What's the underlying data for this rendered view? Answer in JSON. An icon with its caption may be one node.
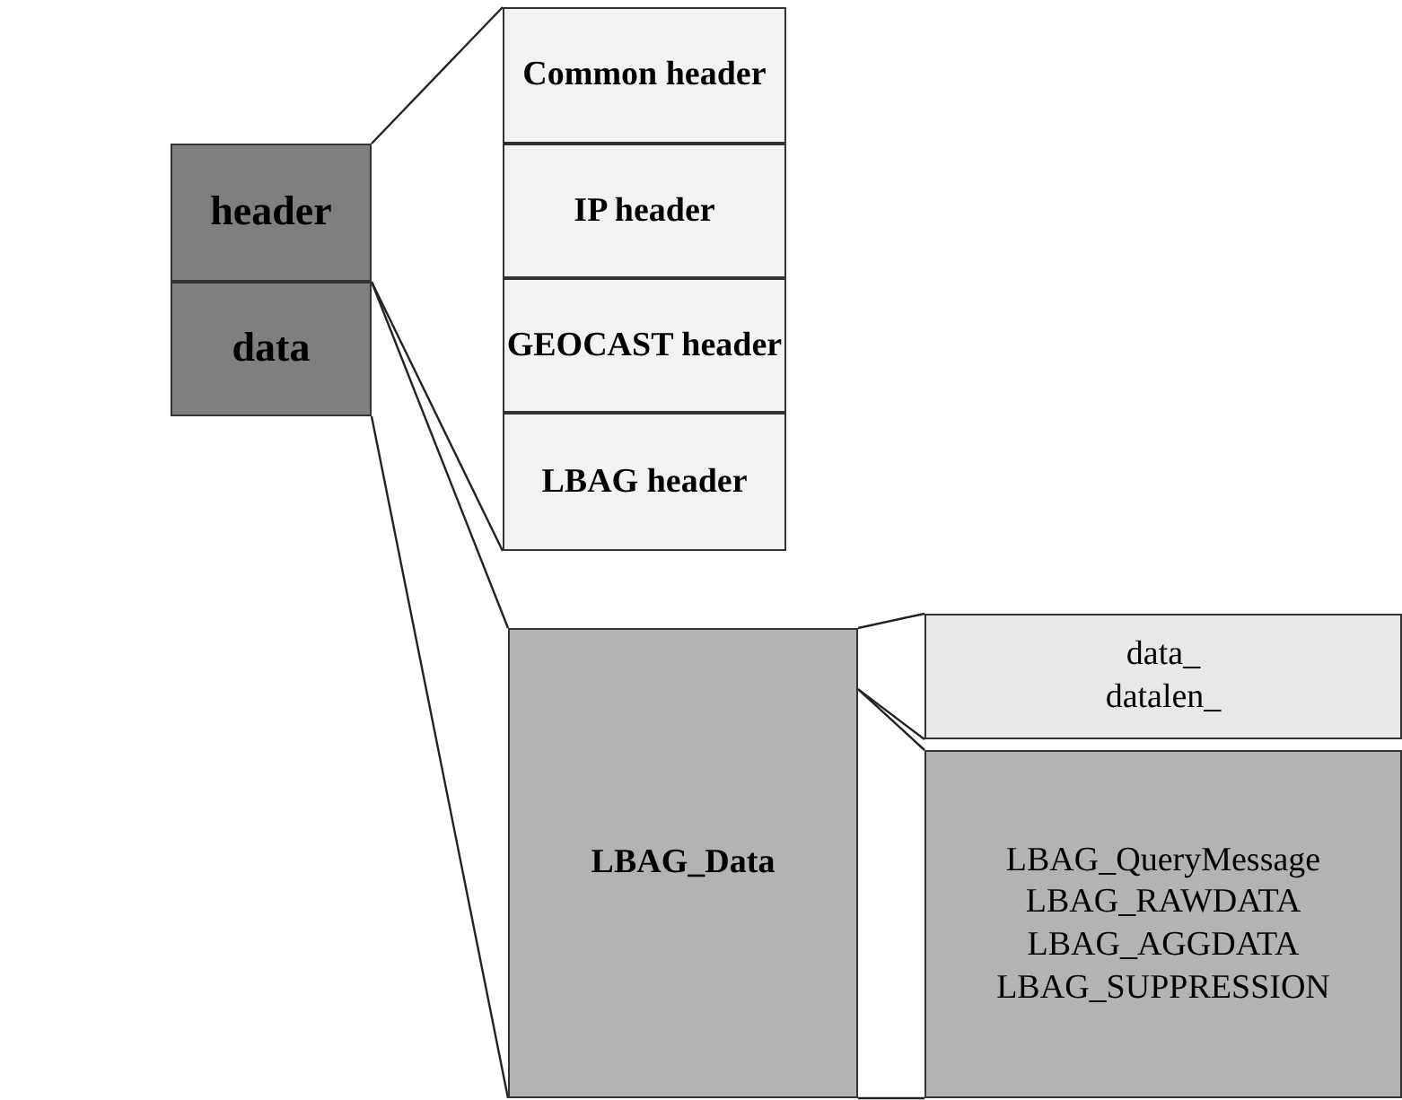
{
  "diagram": {
    "nodes": [
      {
        "text": [
          "header"
        ]
      },
      {
        "text": [
          "data"
        ]
      },
      {
        "text": [
          "Common header"
        ]
      },
      {
        "text": [
          "IP header"
        ]
      },
      {
        "text": [
          "GEOCAST header"
        ]
      },
      {
        "text": [
          "LBAG header"
        ]
      },
      {
        "text": [
          "LBAG_Data"
        ]
      },
      {
        "text": [
          "data_",
          "datalen_"
        ]
      },
      {
        "text": [
          "LBAG_QueryMessage",
          "LBAG_RAWDATA",
          "LBAG_AGGDATA",
          "LBAG_SUPPRESSION"
        ]
      }
    ],
    "edges": [
      {
        "from": 0,
        "to": 2,
        "arrow": "none"
      },
      {
        "from": 0,
        "to": 5,
        "arrow": "none"
      },
      {
        "from": 1,
        "to": 6,
        "arrow": "none"
      },
      {
        "from": 1,
        "to": 6,
        "arrow": "none"
      },
      {
        "from": 6,
        "to": 7,
        "arrow": "none"
      },
      {
        "from": 6,
        "to": 7,
        "arrow": "none"
      },
      {
        "from": 6,
        "to": 8,
        "arrow": "none"
      },
      {
        "from": 6,
        "to": 8,
        "arrow": "none"
      }
    ]
  }
}
